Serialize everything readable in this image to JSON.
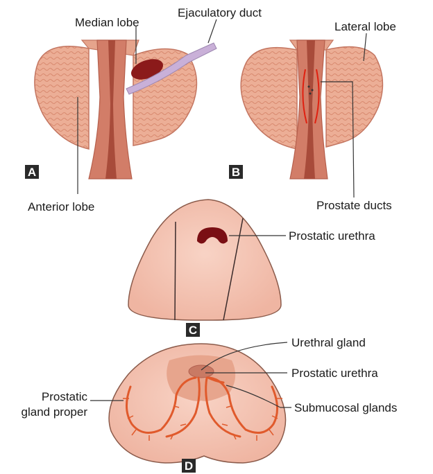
{
  "panels": {
    "a": "A",
    "b": "B",
    "c": "C",
    "d": "D"
  },
  "labels": {
    "median_lobe": "Median lobe",
    "ejaculatory_duct": "Ejaculatory duct",
    "lateral_lobe": "Lateral lobe",
    "anterior_lobe": "Anterior lobe",
    "prostate_ducts": "Prostate ducts",
    "prostatic_urethra_c": "Prostatic urethra",
    "urethral_gland": "Urethral gland",
    "prostatic_urethra_d": "Prostatic urethra",
    "prostatic_gland_proper_line1": "Prostatic",
    "prostatic_gland_proper_line2": "gland proper",
    "submucosal_glands": "Submucosal glands"
  },
  "colors": {
    "lobe_fill": "#ecae96",
    "lobe_pattern": "#d88a70",
    "urethra_wall": "#c86a55",
    "urethra_lumen": "#a84b3a",
    "median_lobe": "#8b1a1a",
    "duct": "#c9b0d8",
    "duct_red": "#e02010",
    "section_fill": "#f3c2b2",
    "section_outline": "#8a5a4a",
    "urethra_dark": "#7a0f14",
    "gland_orange": "#e05a2c",
    "mucosa": "#e7a58d",
    "panel_label_bg": "#2a2a2a"
  }
}
